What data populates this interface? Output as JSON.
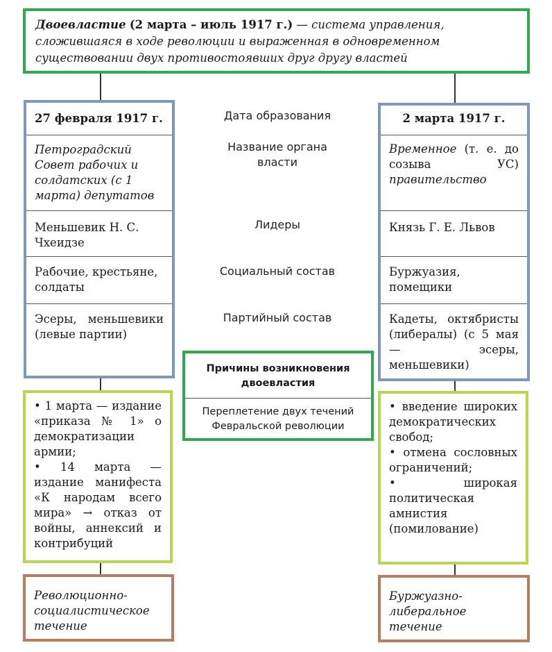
{
  "definition": {
    "term": "Двоевластие",
    "dates": "(2 марта – июль 1917 г.)",
    "rest": " — система управления, сложившаяся в ходе революции и выраженная в одновременном существовании двух противостоявших друг другу властей"
  },
  "left_column": {
    "date": "27 февраля 1917 г.",
    "name": "Петроградский Совет рабочих и солдатских (с 1 марта) депутатов",
    "leaders": "Меньшевик Н. С. Чхеидзе",
    "social": "Рабочие, крестьяне, солдаты",
    "parties": "Эсеры, меньшевики (левые партии)"
  },
  "middle_labels": {
    "date": "Дата образования",
    "name": "Название органа власти",
    "leaders": "Лидеры",
    "social": "Социальный состав",
    "parties": "Партийный состав"
  },
  "right_column": {
    "date": "2 марта 1917 г.",
    "name_italic_1": "Временное",
    "name_plain": " (т. е. до созыва УС) ",
    "name_italic_2": "правительство",
    "leaders": "Князь Г. Е. Львов",
    "social": "Буржуазия, помещики",
    "parties": "Кадеты, октябристы (либералы) (с 5 мая — эсеры, меньшевики)"
  },
  "causes": {
    "title": "Причины возникновения двоевластия",
    "text": "Переплетение двух течений Февральской революции"
  },
  "left_actions": [
    "• 1 марта — издание «приказа № 1» о демократизации армии;",
    "• 14 марта — издание манифеста «К народам всего мира» → отказ от войны, аннексий и контрибуций"
  ],
  "right_actions": [
    "• введение широких демократических свобод;",
    "• отмена сословных ограничений;",
    "• широкая политическая амнистия (помилование)"
  ],
  "left_current": "Революционно-социалистическое течение",
  "right_current": "Буржуазно-либеральное течение",
  "colors": {
    "green": "#2fa84f",
    "blue": "#7d97bd",
    "lime": "#b6d84a",
    "brown": "#b57e5e"
  }
}
